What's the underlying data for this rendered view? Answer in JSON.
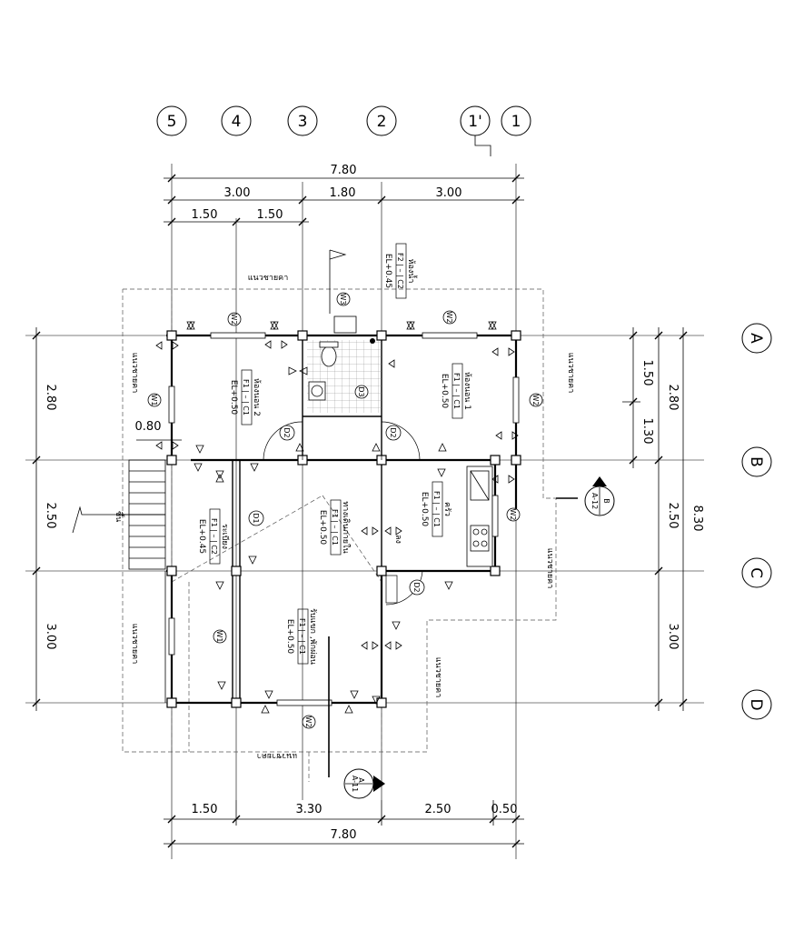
{
  "grid": {
    "vertical": [
      "5",
      "4",
      "3",
      "2",
      "1'",
      "1"
    ],
    "horizontal": [
      "A",
      "B",
      "C",
      "D"
    ]
  },
  "dims": {
    "top_total": "7.80",
    "top_seg1": "3.00",
    "top_seg2": "1.80",
    "top_seg3": "3.00",
    "top_sub1": "1.50",
    "top_sub2": "1.50",
    "bot_seg1": "1.50",
    "bot_seg2": "3.30",
    "bot_seg3": "2.50",
    "bot_seg4": "0.50",
    "bot_total": "7.80",
    "left_seg1": "2.80",
    "left_seg2": "2.50",
    "left_seg3": "3.00",
    "left_small": "0.80",
    "right_sub1": "1.50",
    "right_sub2": "1.30",
    "right_seg1": "2.80",
    "right_seg2": "2.50",
    "right_seg3": "3.00",
    "right_total": "8.30"
  },
  "rooms": {
    "bed2_name": "ห้องนอน 2",
    "bed2_tag": "F1 | – | C1",
    "bed2_el": "EL+0.50",
    "bath_name": "ห้องน้ำ",
    "bath_tag": "F2 | – | C2",
    "bath_el": "EL+0.45",
    "bed1_name": "ห้องนอน 1",
    "bed1_tag": "F1 | – | C1",
    "bed1_el": "EL+0.50",
    "porch_name": "ระเบียง",
    "porch_tag": "F1 | – | C2",
    "porch_el": "EL+0.45",
    "hall_name": "ทางเดินภายใน",
    "hall_tag": "F1 | – | C1",
    "hall_el": "EL+0.50",
    "kitchen_name": "ครัว",
    "kitchen_tag": "F1 | – | C1",
    "kitchen_el": "EL+0.50",
    "living_name": "รับแขก ,พักผ่อน",
    "living_tag": "F1 | – | C1",
    "living_el": "EL+0.50"
  },
  "labels": {
    "eave": "แนวชายคา",
    "stair_up": "ขึ้น",
    "kitchen_down": "ลง"
  },
  "tags": {
    "w1": "W1",
    "w2": "W2",
    "w3": "W3",
    "d1": "D1",
    "d2": "D2",
    "d3": "D3"
  },
  "sections": {
    "a_letter": "A",
    "a_ref": "A-11",
    "b_letter": "B",
    "b_ref": "A-12"
  }
}
